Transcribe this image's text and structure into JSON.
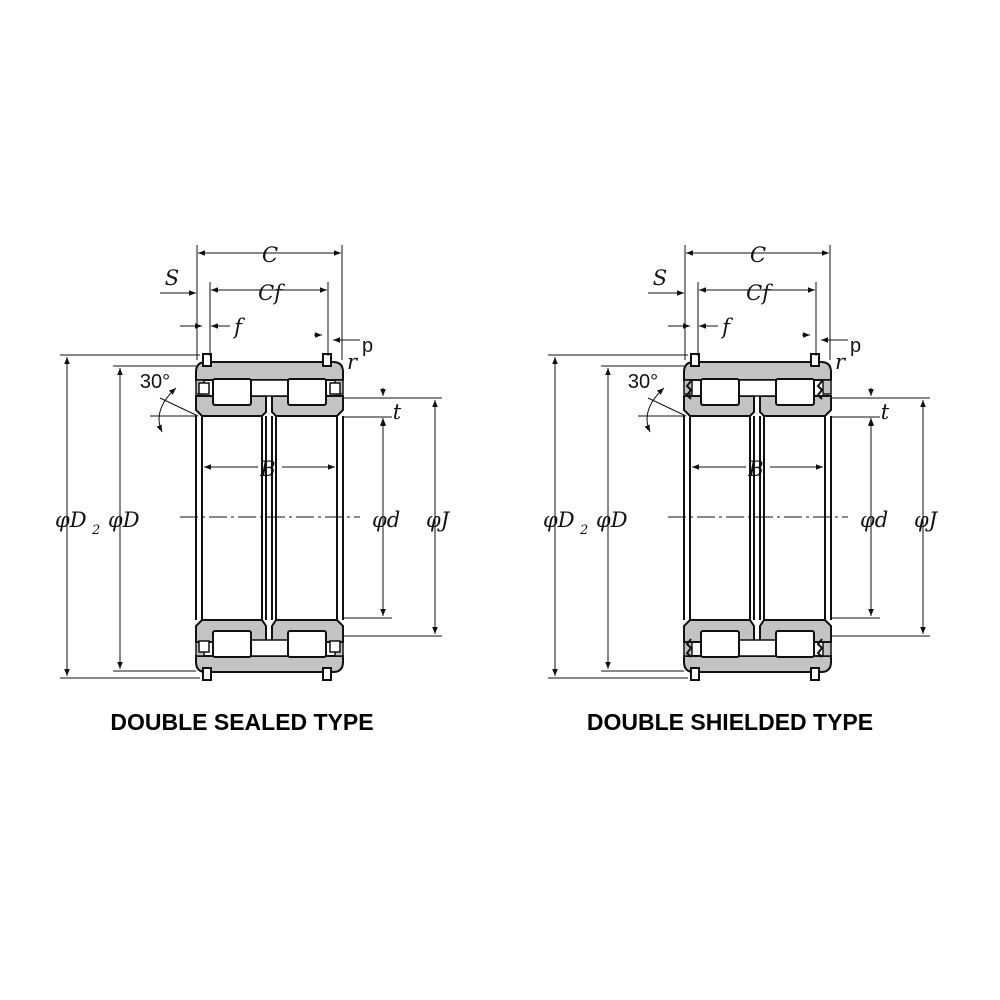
{
  "diagrams": [
    {
      "title": "DOUBLE SEALED TYPE",
      "seal": "sealed",
      "labels": {
        "C": "C",
        "Cf": "Cf",
        "S": "S",
        "f": "f",
        "p": "p",
        "r": "r",
        "angle": "30°",
        "t": "t",
        "B": "B",
        "D2": "φD",
        "D2_sub": "2",
        "D": "φD",
        "d": "φd",
        "J": "φJ"
      }
    },
    {
      "title": "DOUBLE SHIELDED TYPE",
      "seal": "shielded",
      "labels": {
        "C": "C",
        "Cf": "Cf",
        "S": "S",
        "f": "f",
        "p": "p",
        "r": "r",
        "angle": "30°",
        "t": "t",
        "B": "B",
        "D2": "φD",
        "D2_sub": "2",
        "D": "φD",
        "d": "φd",
        "J": "φJ"
      }
    }
  ],
  "colors": {
    "ring_fill": "#c3c3c3",
    "line": "#111111"
  }
}
